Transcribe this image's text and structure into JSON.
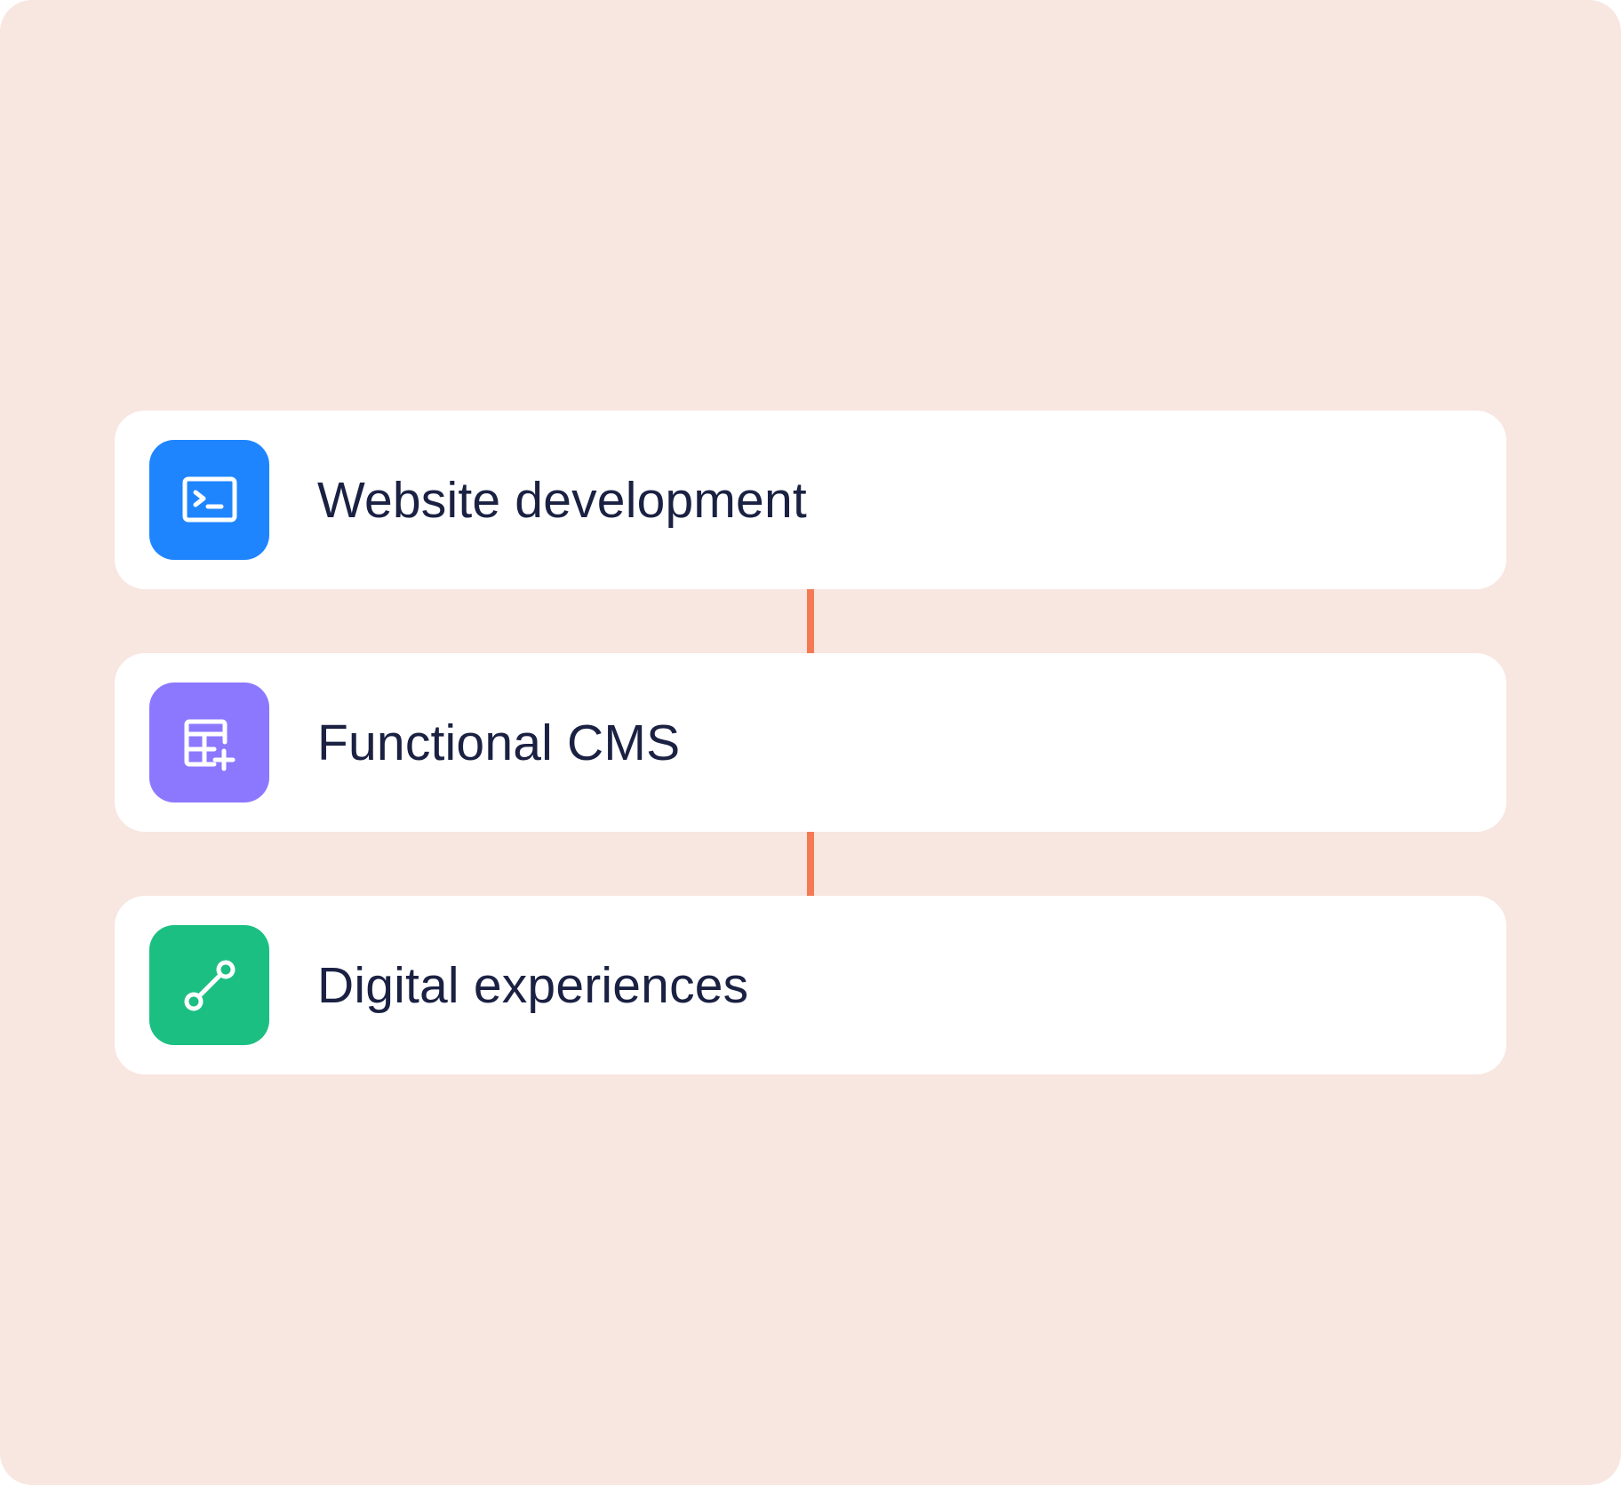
{
  "steps": [
    {
      "label": "Website development",
      "icon": "terminal-icon",
      "icon_bg": "#1e85ff"
    },
    {
      "label": "Functional CMS",
      "icon": "table-add-icon",
      "icon_bg": "#8c78ff"
    },
    {
      "label": "Digital experiences",
      "icon": "connection-path-icon",
      "icon_bg": "#1bbf82"
    }
  ],
  "colors": {
    "background": "#f8e6e0",
    "card": "#ffffff",
    "connector": "#f47a55",
    "text": "#1a2142"
  }
}
